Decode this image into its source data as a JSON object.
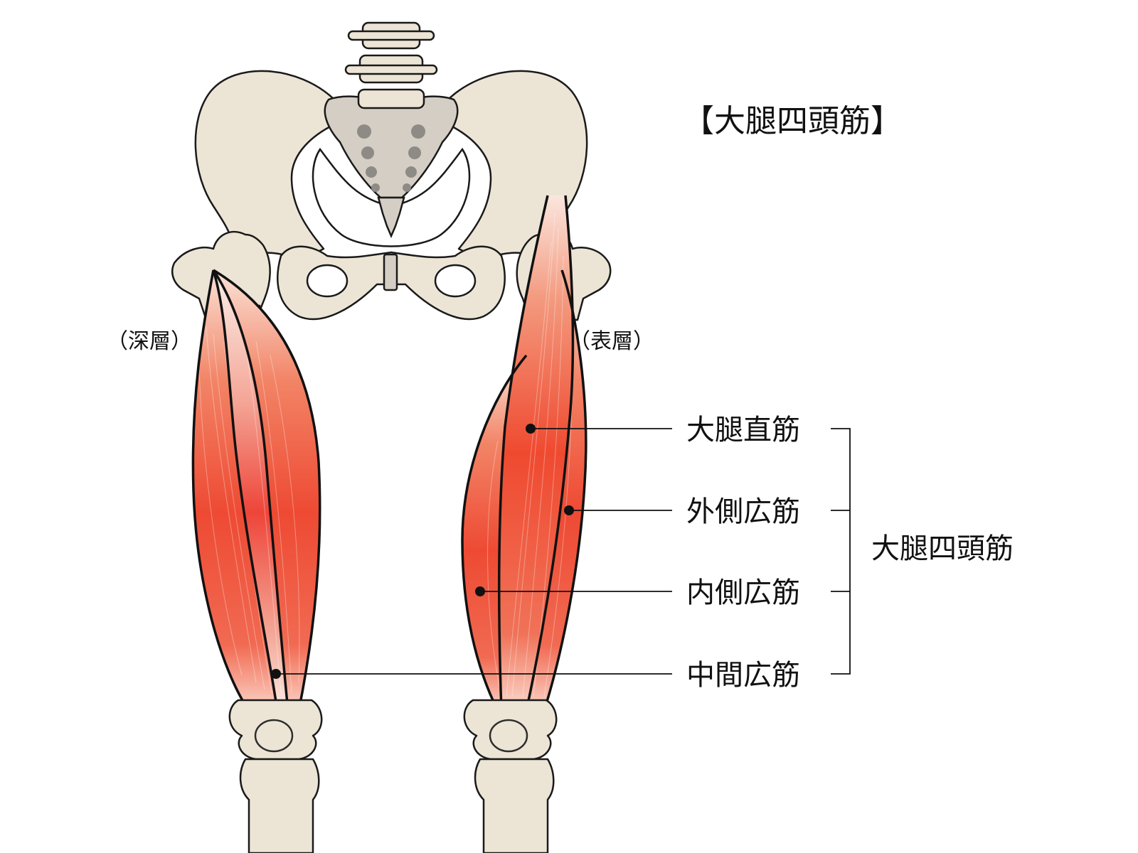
{
  "title": "【大腿四頭筋】",
  "layers": {
    "deep": "（深層）",
    "surface": "（表層）"
  },
  "muscles": [
    {
      "id": "rectus-femoris",
      "label": "大腿直筋"
    },
    {
      "id": "vastus-lateralis",
      "label": "外側広筋"
    },
    {
      "id": "vastus-medialis",
      "label": "内側広筋"
    },
    {
      "id": "vastus-intermedius",
      "label": "中間広筋"
    }
  ],
  "group_label": "大腿四頭筋",
  "colors": {
    "bone": "#ece5d6",
    "sacrum": "#d4cec4",
    "muscle_red": "#ee4a33",
    "muscle_light": "#f7b9a8",
    "outline": "#111111"
  }
}
